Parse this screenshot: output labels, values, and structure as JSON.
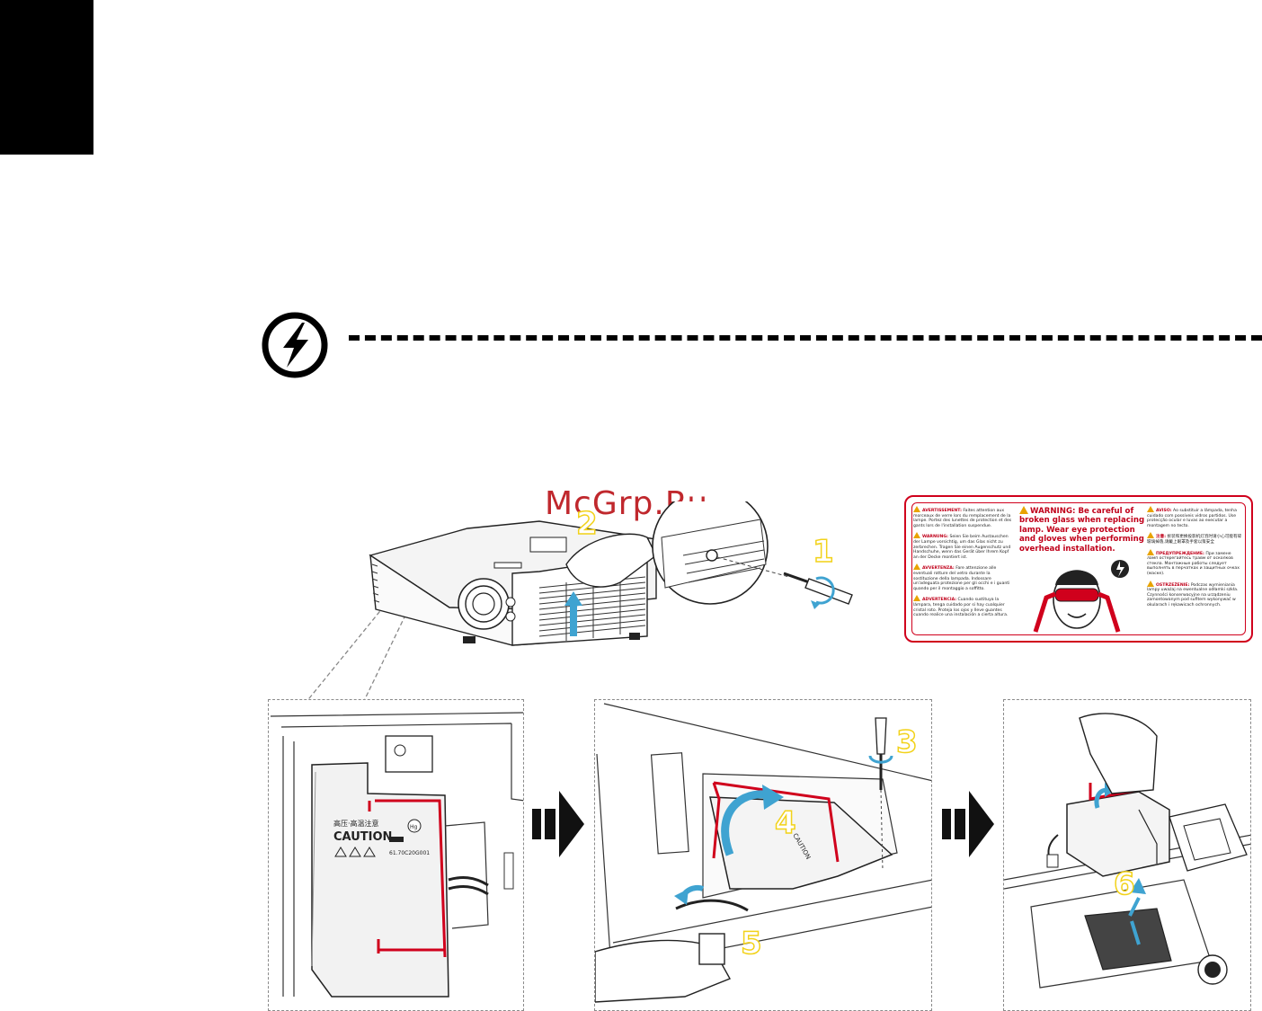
{
  "watermark": "McGrp.Ru",
  "steps": {
    "s1": "1",
    "s2": "2",
    "s3": "3",
    "s4": "4",
    "s5": "5",
    "s6": "6"
  },
  "warning_label": {
    "fr_title": "AVERTISSEMENT:",
    "fr_text": "Faites attention aux morceaux de verre lors du remplacement de la lampe. Portez des lunettes de protection et des gants lors de l'installation suspendue.",
    "de_title": "WARNUNG:",
    "de_text": "Seien Sie beim Austauschen der Lampe vorsichtig, um das Glas nicht zu zerbrechen. Tragen Sie einen Augenschutz und Handschuhe, wenn das Gerät über Ihrem Kopf an der Decke montiert ist.",
    "it_title": "AVVERTENZA:",
    "it_text": "Fare attenzione alle eventuali rotture del vetro durante la sostituzione della lampada. Indossare un'adeguata protezione per gli occhi e i guanti quando per il montaggio a soffitto.",
    "es_title": "ADVERTENCIA:",
    "es_text": "Cuando sustituya la lámpara, tenga cuidado por si hay cualquier cristal roto. Proteja los ojos y lleve guantes cuando realice una instalación a cierta altura.",
    "en_title": "WARNING:",
    "en_text": "Be careful of broken glass when replacing lamp. Wear eye protection and gloves when performing overhead installation.",
    "pt_title": "AVISO:",
    "pt_text": "Ao substituir a lâmpada, tenha cuidado com possíveis vidros partidos. Use protecção ocular e luvas ao executar a montagem no tecto.",
    "zh_title": "注意:",
    "zh_text": "拆装和更换投影机灯泡时请小心可能有碎玻璃掉落,请戴上眼罩及手套以策安全",
    "ru_title": "ПРЕДУПРЕЖДЕНИЕ:",
    "ru_text": "При замене ламп остерегайтесь травм от осколков стекла. Монтажные работы следует выполнять в перчатках и защитных очках (маске).",
    "pl_title": "OSTRZEŻENIE:",
    "pl_text": "Podczas wymieniania lampy uważaj na ewentualne odłamki szkła. Czynności konserwacyjne na urządzeniu zamontowanym pod sufitem wykonywać w okularach i rękawicach ochronnych."
  },
  "cover_label": {
    "caution": "CAUTION",
    "part_no": "61.70C20G001",
    "hg": "Hg"
  },
  "colors": {
    "accent_red": "#d0001c",
    "arrow_blue": "#3fa3d1",
    "step_yellow": "#f2d21a",
    "warning_orange": "#e8a300"
  }
}
